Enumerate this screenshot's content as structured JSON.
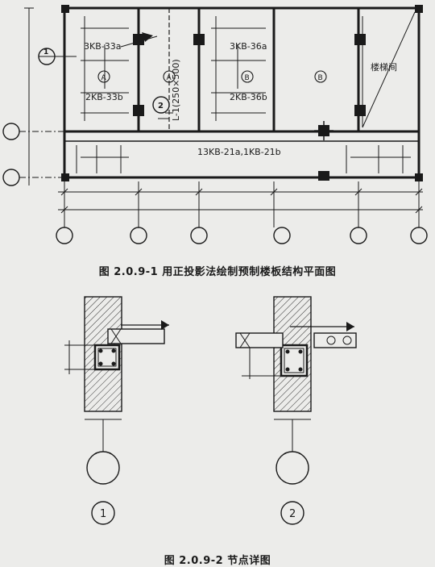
{
  "plan": {
    "label_top_left": "3KB-33a",
    "label_top_right": "3KB-36a",
    "label_mid_left": "2KB-33b",
    "label_mid_right": "2KB-36b",
    "room_a1": "A",
    "room_a2": "A",
    "room_b1": "B",
    "room_b2": "B",
    "stair_label": "楼梯间",
    "beam_label": "L-1(250×500)",
    "corridor_label": "13KB-21a,1KB-21b",
    "ref_1": "1",
    "ref_2": "2"
  },
  "captions": {
    "fig1": "图 2.0.9-1   用正投影法绘制预制楼板结构平面图",
    "fig2": "图 2.0.9-2   节点详图"
  },
  "details": {
    "detail_1": "1",
    "detail_2": "2"
  }
}
